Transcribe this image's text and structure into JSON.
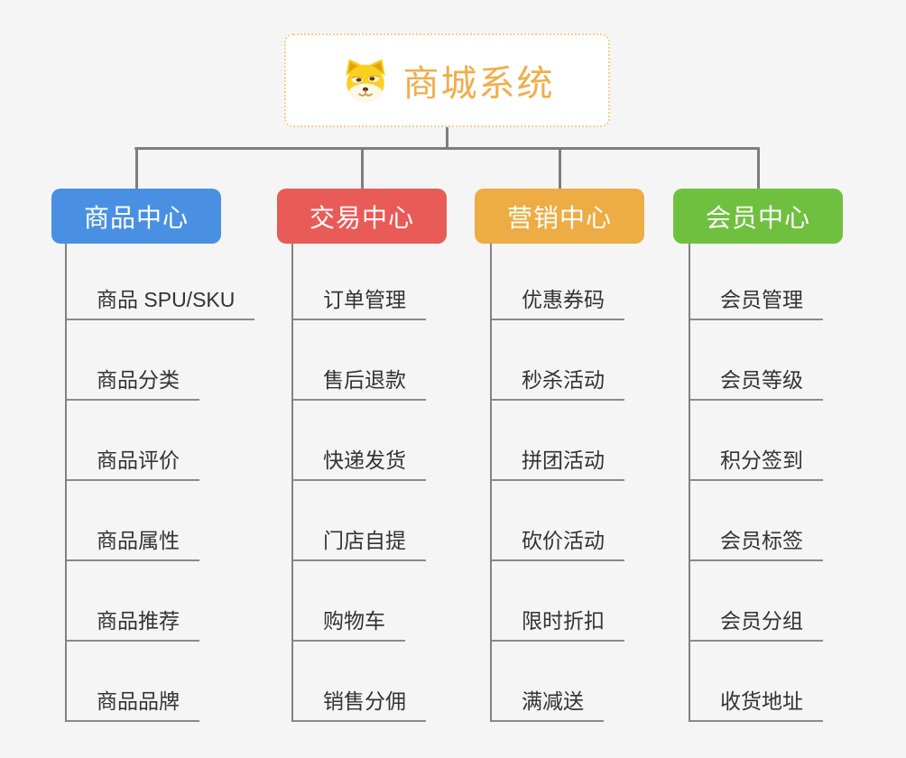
{
  "root": {
    "title": "商城系统",
    "icon": "shiba-dog-icon",
    "title_color": "#f1ad49",
    "border_color": "#f8cd8c"
  },
  "connector_color": "#7d7d7d",
  "leaf_line_color": "#8a8a8a",
  "leaf_text_color": "#333333",
  "background_color": "#f5f5f5",
  "branches": [
    {
      "label": "商品中心",
      "color": "#4a90e2",
      "children": [
        "商品 SPU/SKU",
        "商品分类",
        "商品评价",
        "商品属性",
        "商品推荐",
        "商品品牌"
      ]
    },
    {
      "label": "交易中心",
      "color": "#e95b57",
      "children": [
        "订单管理",
        "售后退款",
        "快递发货",
        "门店自提",
        "购物车",
        "销售分佣"
      ]
    },
    {
      "label": "营销中心",
      "color": "#edac44",
      "children": [
        "优惠券码",
        "秒杀活动",
        "拼团活动",
        "砍价活动",
        "限时折扣",
        "满减送"
      ]
    },
    {
      "label": "会员中心",
      "color": "#70c040",
      "children": [
        "会员管理",
        "会员等级",
        "积分签到",
        "会员标签",
        "会员分组",
        "收货地址"
      ]
    }
  ]
}
